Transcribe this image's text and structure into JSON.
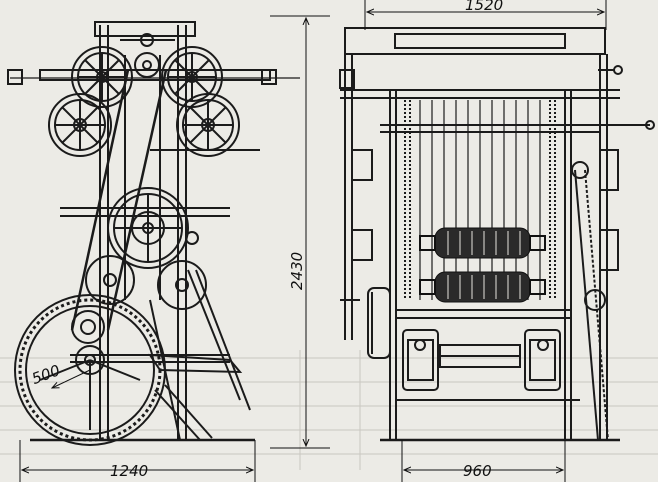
{
  "drawing": {
    "dimensions": {
      "overall_width": "1520",
      "overall_height": "2430",
      "side_base": "1240",
      "front_base": "960",
      "wheel_radius": "500"
    },
    "ink_color": "#1b1b1b",
    "paper_color": "#ecebe6"
  }
}
